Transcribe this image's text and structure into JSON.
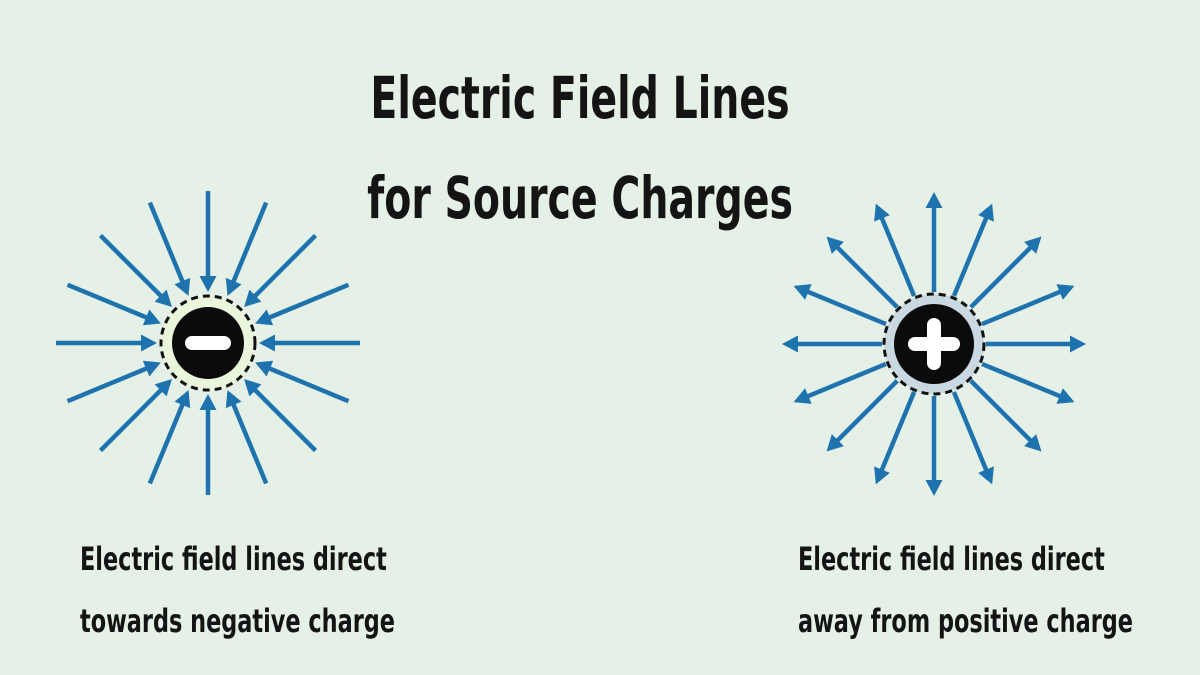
{
  "background_color": "#e5f0e6",
  "text_color": "#141414",
  "field_line_color": "#1e73ae",
  "title": {
    "line1": "Electric Field Lines",
    "line2": "for Source Charges"
  },
  "diagrams": [
    {
      "name": "negative-source-charge",
      "charge_sign": "minus",
      "field_direction": "inward",
      "num_field_lines": 16,
      "halo_color": "#eaf6dc",
      "halo_border_color": "#101010",
      "charge_color": "#0b0b0b",
      "symbol_color": "#ffffff",
      "caption_line1": "Electric field lines direct",
      "caption_line2": "towards negative charge"
    },
    {
      "name": "positive-source-charge",
      "charge_sign": "plus",
      "field_direction": "outward",
      "num_field_lines": 16,
      "halo_color": "#c9d8e1",
      "halo_border_color": "#101010",
      "charge_color": "#0b0b0b",
      "symbol_color": "#ffffff",
      "caption_line1": "Electric field lines direct",
      "caption_line2": "away from positive charge"
    }
  ]
}
